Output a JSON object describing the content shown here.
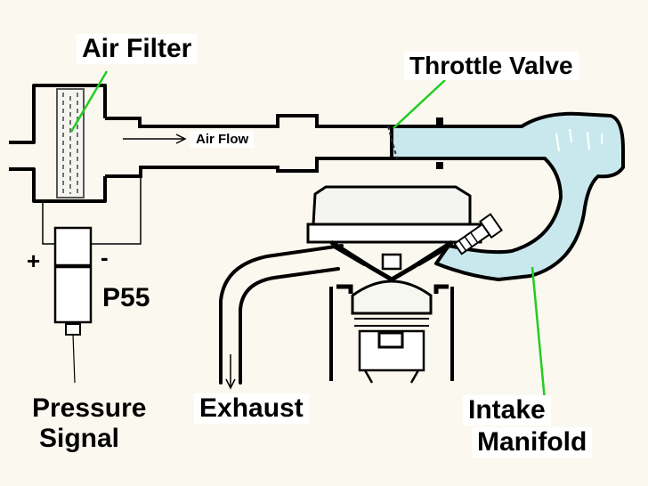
{
  "labels": {
    "air_filter": "Air Filter",
    "throttle_valve": "Throttle Valve",
    "air_flow": "Air Flow",
    "sensor": "P55",
    "plus": "+",
    "minus": "-",
    "pressure_signal_line1": "Pressure",
    "pressure_signal_line2": "Signal",
    "exhaust": "Exhaust",
    "intake_manifold_line1": "Intake",
    "intake_manifold_line2": "Manifold"
  },
  "colors": {
    "background": "#fbf9ef",
    "manifold_fill": "#c9e8ee",
    "leader_line": "#22cc22",
    "outline": "#000000"
  }
}
